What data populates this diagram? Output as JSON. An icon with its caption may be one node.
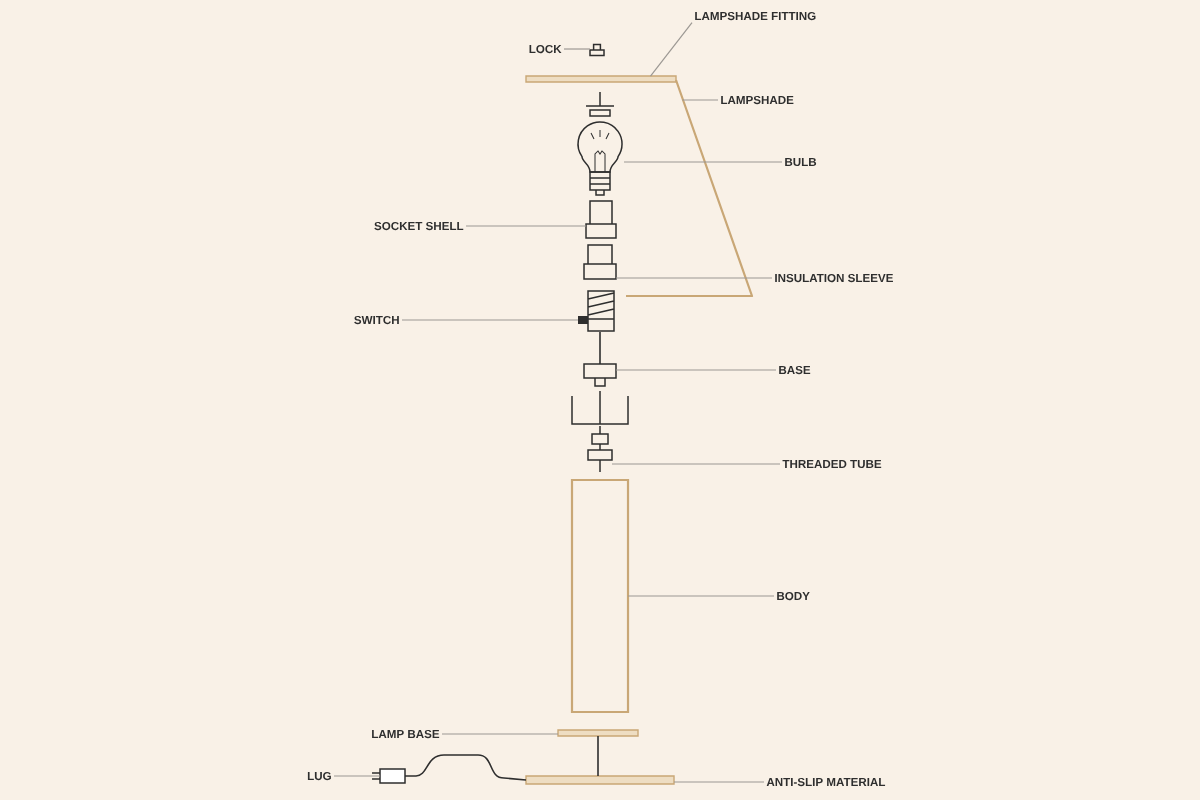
{
  "diagram": {
    "nodes": [
      {
        "text": [
          "LAMPSHADE FITTING"
        ]
      },
      {
        "text": [
          "LOCK"
        ]
      },
      {
        "text": [],
        "shape": "picture"
      },
      {
        "text": [],
        "shape": "bar"
      },
      {
        "text": [
          "LAMPSHADE"
        ]
      },
      {
        "text": [],
        "shape": "picture"
      },
      {
        "text": [],
        "shape": "picture"
      },
      {
        "text": [
          "BULB"
        ]
      },
      {
        "text": [
          "SOCKET SHELL"
        ]
      },
      {
        "text": [],
        "shape": "picture"
      },
      {
        "text": [],
        "shape": "picture"
      },
      {
        "text": [
          "INSULATION SLEEVE"
        ]
      },
      {
        "text": [
          "SWITCH"
        ]
      },
      {
        "text": [],
        "shape": "picture"
      },
      {
        "text": [],
        "shape": "picture"
      },
      {
        "text": [
          "BASE"
        ]
      },
      {
        "text": [],
        "shape": "picture"
      },
      {
        "text": [
          "THREADED TUBE"
        ]
      },
      {
        "text": [],
        "shape": "box"
      },
      {
        "text": [
          "BODY"
        ]
      },
      {
        "text": [
          "LAMP BASE"
        ]
      },
      {
        "text": [],
        "shape": "bar"
      },
      {
        "text": [
          "LUG"
        ]
      },
      {
        "text": [],
        "shape": "box"
      },
      {
        "text": [],
        "shape": "bar"
      },
      {
        "text": [
          "ANTI-SLIP MATERIAL"
        ]
      }
    ],
    "edges": [
      {
        "from": 0,
        "to": 3,
        "arrow": "none"
      },
      {
        "from": 1,
        "to": 2,
        "arrow": "none"
      },
      {
        "from": 4,
        "to": 5,
        "arrow": "none"
      },
      {
        "from": 7,
        "to": 6,
        "arrow": "none"
      },
      {
        "from": 8,
        "to": 9,
        "arrow": "none"
      },
      {
        "from": 11,
        "to": 10,
        "arrow": "none"
      },
      {
        "from": 12,
        "to": 13,
        "arrow": "none"
      },
      {
        "from": 13,
        "to": 14,
        "arrow": "none",
        "color": "#2e2e2e"
      },
      {
        "from": 15,
        "to": 14,
        "arrow": "none"
      },
      {
        "from": 17,
        "to": 16,
        "arrow": "none"
      },
      {
        "from": 19,
        "to": 18,
        "arrow": "none"
      },
      {
        "from": 20,
        "to": 21,
        "arrow": "none"
      },
      {
        "from": 21,
        "to": 24,
        "arrow": "none",
        "color": "#2e2e2e"
      },
      {
        "from": 22,
        "to": 23,
        "arrow": "none"
      },
      {
        "from": 23,
        "to": 24,
        "arrow": "none",
        "color": "#2e2e2e"
      },
      {
        "from": 25,
        "to": 24,
        "arrow": "none"
      }
    ]
  }
}
